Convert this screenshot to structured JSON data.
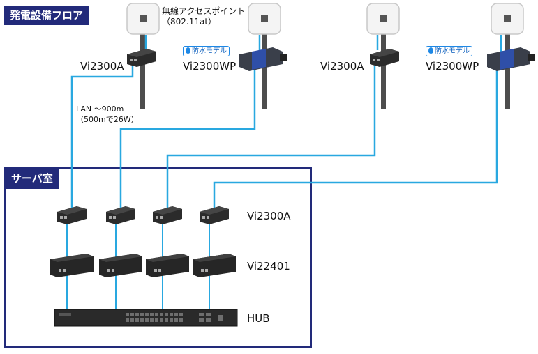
{
  "floor_area": {
    "label": "発電設備フロア"
  },
  "server_room": {
    "label": "サーバ室"
  },
  "access_point": {
    "label_line1": "無線アクセスポイント",
    "label_line2": "（802.11at）"
  },
  "floor_devices": [
    {
      "label": "Vi2300A"
    },
    {
      "label": "Vi2300WP",
      "badge": "防水モデル"
    },
    {
      "label": "Vi2300A"
    },
    {
      "label": "Vi2300WP",
      "badge": "防水モデル"
    }
  ],
  "lan_note": {
    "line1": "LAN ～900m",
    "line2": "（500mで26W）"
  },
  "server_rows": [
    {
      "label": "Vi2300A"
    },
    {
      "label": "Vi22401"
    },
    {
      "label": "HUB"
    }
  ],
  "colors": {
    "navy": "#222a7a",
    "cable": "#29a8e0",
    "pole": "#555555"
  }
}
